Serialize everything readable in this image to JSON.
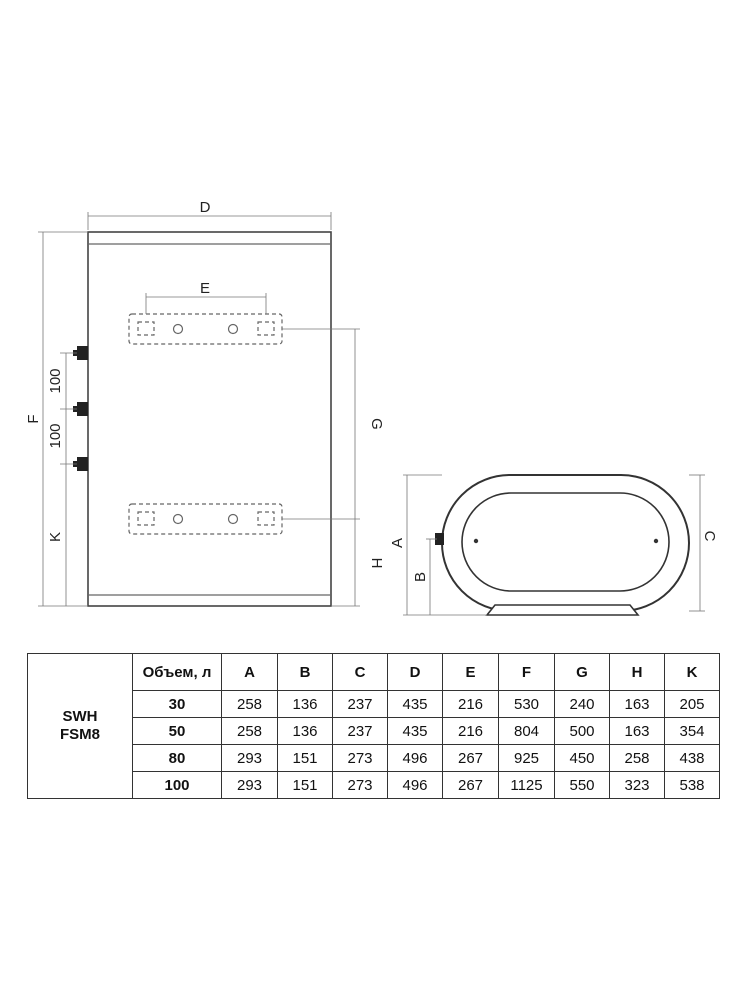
{
  "labels": {
    "D": "D",
    "E": "E",
    "F": "F",
    "G": "G",
    "H": "H",
    "K": "K",
    "A": "A",
    "B": "B",
    "C": "C",
    "spacing_upper": "100",
    "spacing_lower": "100"
  },
  "table": {
    "model_line1": "SWH",
    "model_line2": "FSM8",
    "volume_header": "Объем, л",
    "columns": [
      "A",
      "B",
      "C",
      "D",
      "E",
      "F",
      "G",
      "H",
      "K"
    ],
    "rows": [
      {
        "volume": "30",
        "values": [
          "258",
          "136",
          "237",
          "435",
          "216",
          "530",
          "240",
          "163",
          "205"
        ]
      },
      {
        "volume": "50",
        "values": [
          "258",
          "136",
          "237",
          "435",
          "216",
          "804",
          "500",
          "163",
          "354"
        ]
      },
      {
        "volume": "80",
        "values": [
          "293",
          "151",
          "273",
          "496",
          "267",
          "925",
          "450",
          "258",
          "438"
        ]
      },
      {
        "volume": "100",
        "values": [
          "293",
          "151",
          "273",
          "496",
          "267",
          "1125",
          "550",
          "323",
          "538"
        ]
      }
    ]
  }
}
